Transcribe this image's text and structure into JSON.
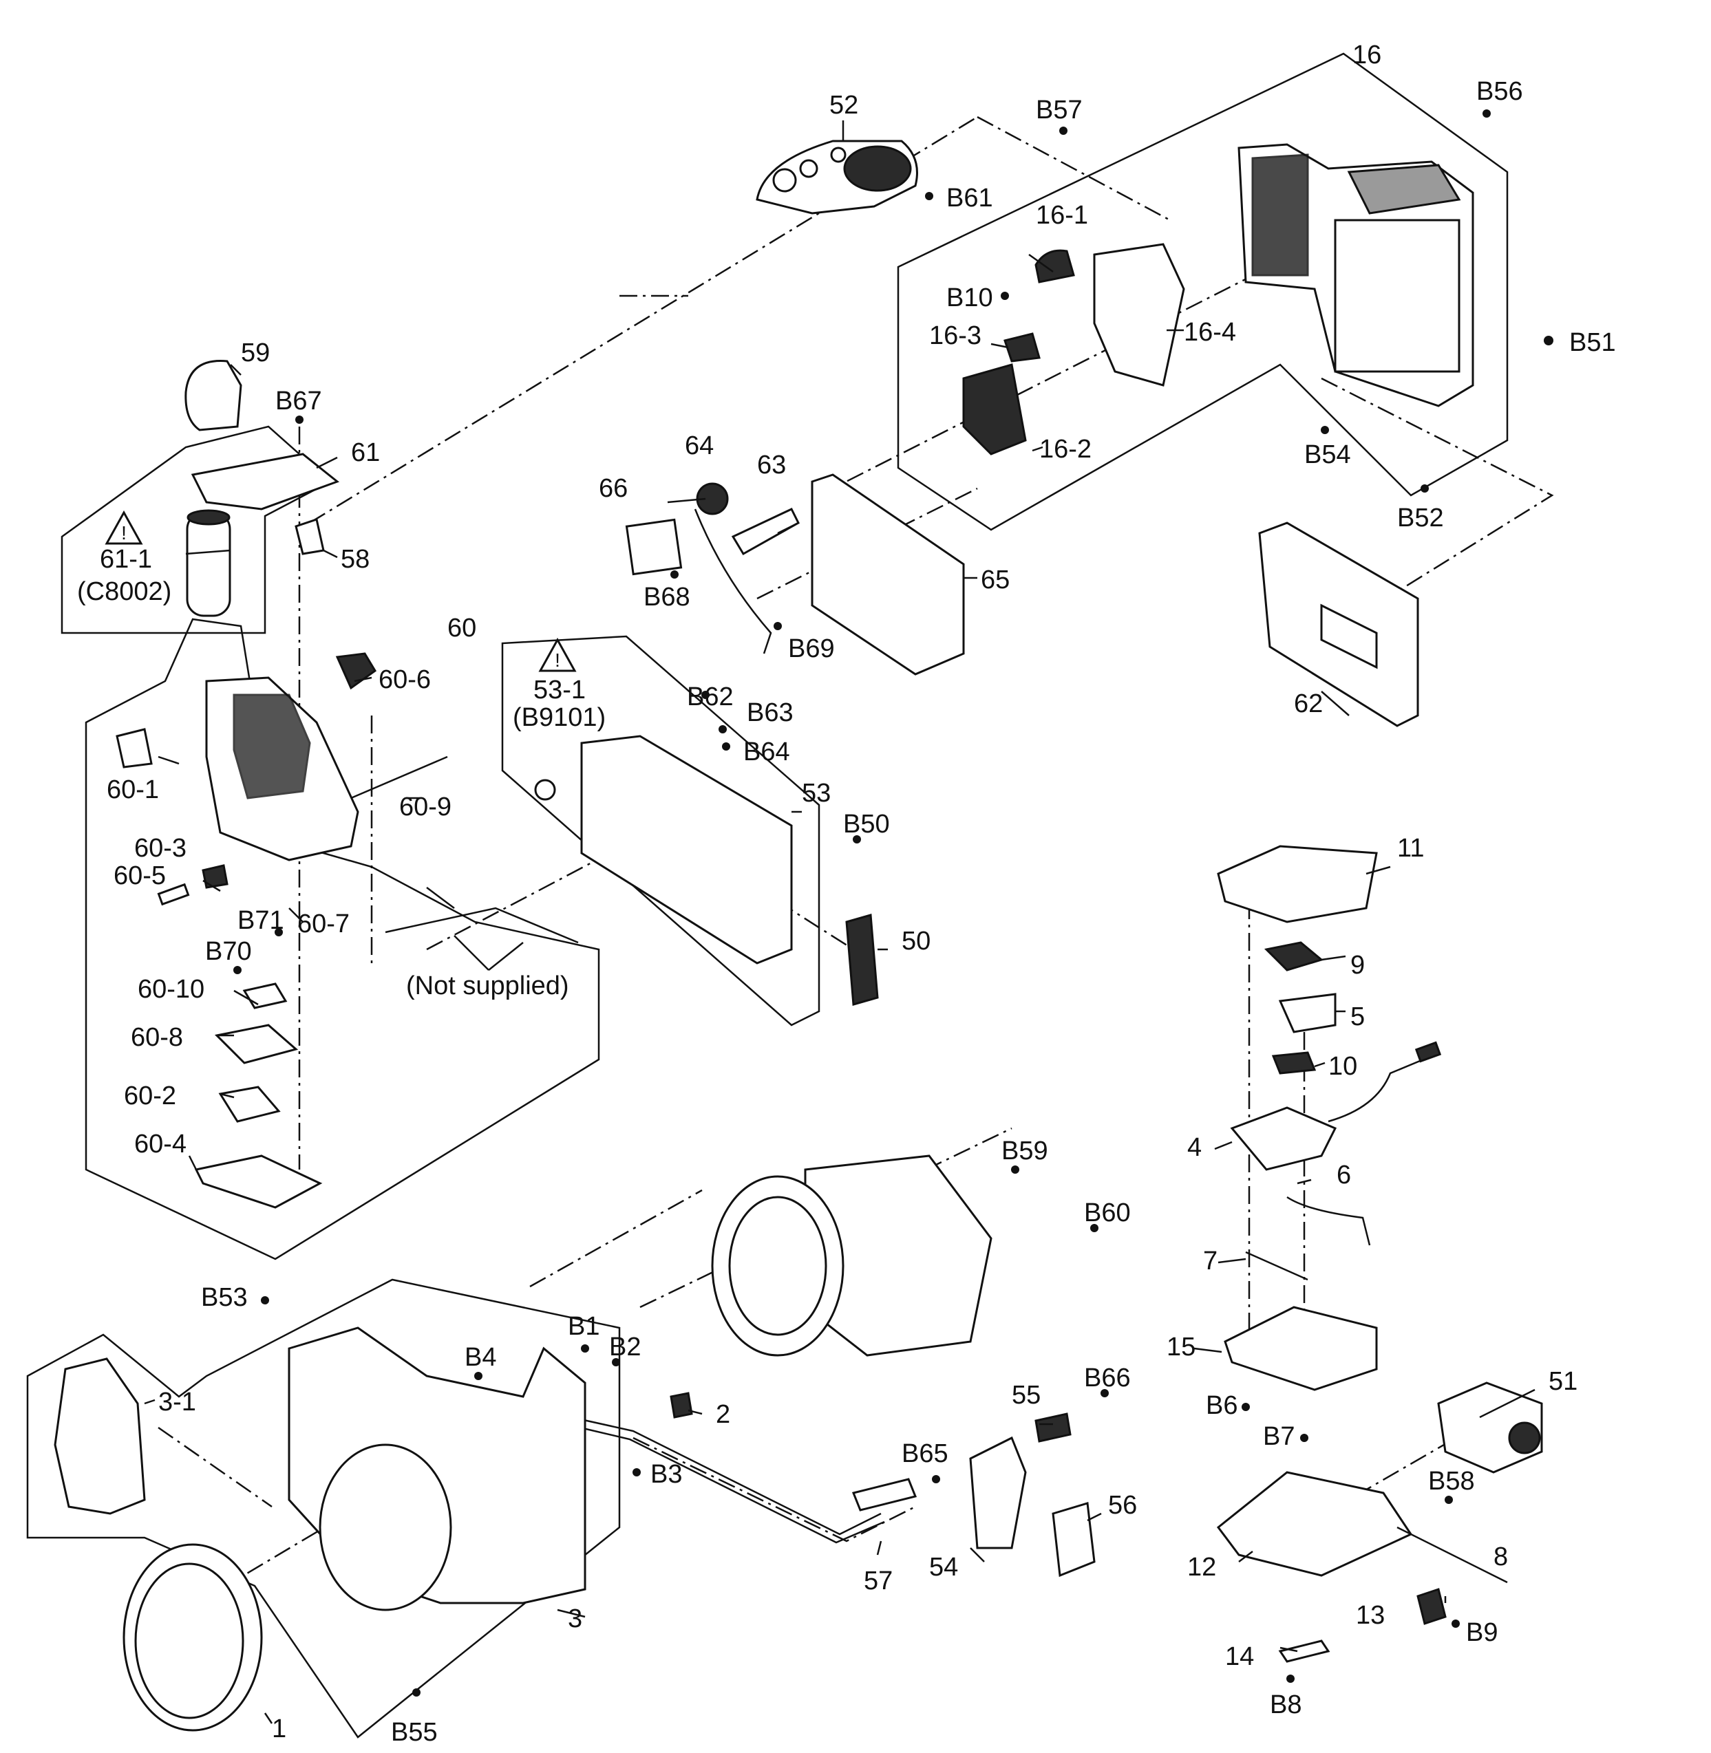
{
  "diagram": {
    "part_labels": [
      "52",
      "B61",
      "B57",
      "16",
      "B56",
      "16-1",
      "B10",
      "16-3",
      "16-4",
      "16-2",
      "B51",
      "B54",
      "B52",
      "59",
      "B67",
      "61",
      "61-1",
      "(C8002)",
      "58",
      "66",
      "64",
      "63",
      "B68",
      "65",
      "B69",
      "62",
      "60",
      "60-6",
      "60-1",
      "60-9",
      "60-3",
      "60-5",
      "B71",
      "60-7",
      "B70",
      "60-10",
      "60-8",
      "60-2",
      "60-4",
      "53-1",
      "(B9101)",
      "B62",
      "B63",
      "B64",
      "53",
      "B50",
      "50",
      "(Not supplied)",
      "11",
      "9",
      "5",
      "10",
      "4",
      "6",
      "7",
      "15",
      "B6",
      "B7",
      "B59",
      "B60",
      "B53",
      "3-1",
      "B1",
      "B2",
      "B4",
      "2",
      "B3",
      "B55",
      "1",
      "3",
      "55",
      "B66",
      "B65",
      "56",
      "57",
      "54",
      "51",
      "B58",
      "8",
      "12",
      "13",
      "B9",
      "14",
      "B8"
    ],
    "warning_symbol": "!",
    "colors": {
      "line": "#111111",
      "background": "#ffffff",
      "shade": "#2a2a2a"
    }
  }
}
